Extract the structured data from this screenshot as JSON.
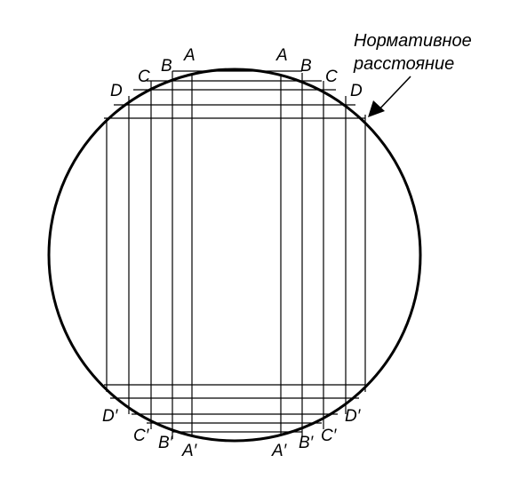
{
  "annotation": {
    "line1": "Нормативное",
    "line2": "расстояние"
  },
  "top_labels_left": [
    "D",
    "C",
    "B",
    "A"
  ],
  "top_labels_right": [
    "A",
    "B",
    "C",
    "D"
  ],
  "bottom_labels_left": [
    "D′",
    "C′",
    "B′",
    "A′"
  ],
  "bottom_labels_right": [
    "A′",
    "B′",
    "C′",
    "D′"
  ],
  "colors": {
    "stroke": "#000000",
    "background": "#ffffff"
  }
}
